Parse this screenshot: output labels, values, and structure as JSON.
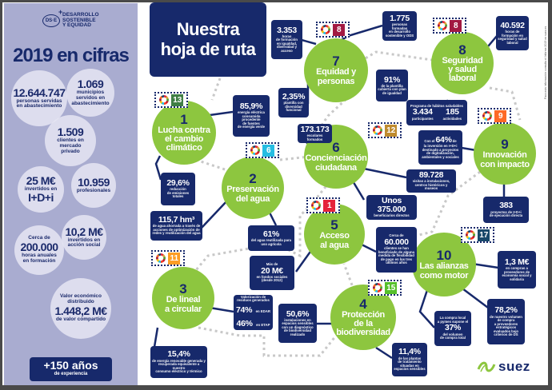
{
  "left_panel": {
    "logo": {
      "mark": "DS·E",
      "plus": "+",
      "text": "DESARROLLO\nSOSTENIBLE\nY EQUIDAD"
    },
    "title": "2019 en cifras",
    "stats": [
      {
        "value": "12.644.747",
        "label": "personas servidas\nen abastecimiento"
      },
      {
        "value": "1.069",
        "label": "municipios\nservidos en\nabastecimiento"
      },
      {
        "value": "1.509",
        "label": "clientes en\nmercado\nprivado"
      },
      {
        "value": "25 M€",
        "label": "invertidos en",
        "value2": "I+D+i"
      },
      {
        "value": "10.959",
        "label": "profesionales"
      },
      {
        "pre": "Cerca de",
        "value": "200.000",
        "label": "horas anuales\nen formación"
      },
      {
        "value": "10,2 M€",
        "label": "invertidos en\nacción social"
      },
      {
        "pre": "Valor económico\ndistribuido",
        "value": "1.448,2 M€",
        "label": "de valor compartido"
      }
    ],
    "experience": {
      "value": "+150 años",
      "label": "de experiencia"
    }
  },
  "main": {
    "title": "Nuestra\nhoja de ruta",
    "pillars": [
      {
        "number": "1",
        "title": "Lucha contra\nel cambio\nclimático",
        "sdg": "13",
        "sdg_color": "#3f7e44"
      },
      {
        "number": "2",
        "title": "Preservación\ndel agua",
        "sdg": "6",
        "sdg_color": "#26bde2"
      },
      {
        "number": "3",
        "title": "De lineal\na circular",
        "sdg": "11",
        "sdg_color": "#fd9d24"
      },
      {
        "number": "4",
        "title": "Protección\nde la\nbiodiversidad",
        "sdg": "15",
        "sdg_color": "#56c02b"
      },
      {
        "number": "5",
        "title": "Acceso\nal agua",
        "sdg": "1",
        "sdg_color": "#e5243b"
      },
      {
        "number": "6",
        "title": "Concienciación\nciudadana",
        "sdg": "12",
        "sdg_color": "#bf8b2e"
      },
      {
        "number": "7",
        "title": "Equidad y\npersonas",
        "sdg": "8",
        "sdg_color": "#a21942"
      },
      {
        "number": "8",
        "title": "Seguridad\ny salud\nlaboral",
        "sdg": "8",
        "sdg_color": "#a21942"
      },
      {
        "number": "9",
        "title": "Innovación\ncon impacto",
        "sdg": "9",
        "sdg_color": "#fd6925"
      },
      {
        "number": "10",
        "title": "Las alianzas\ncomo motor",
        "sdg": "17",
        "sdg_color": "#19486a"
      }
    ],
    "boxes": {
      "b3353": {
        "value": "3.353",
        "text": "horas\nde formación\nen igualdad,\ndiversidad y\nacceso"
      },
      "b1775": {
        "value": "1.775",
        "text": "personas formadas\nen desarrollo\nsostenible y ODS"
      },
      "b40592": {
        "value": "40.592",
        "text": "horas de\nformación en\nseguridad y salud\nlaboral"
      },
      "b235": {
        "value": "2,35%",
        "text": "plantilla con\ndiversidad\nfuncional"
      },
      "b91": {
        "value": "91%",
        "text": "de la plantilla\ncubierta con plan\nde igualdad"
      },
      "bhab": {
        "title": "Programa de hábitos saludables",
        "v1": "3.434",
        "l1": "participantes",
        "v2": "185",
        "l2": "actividades"
      },
      "b859": {
        "value": "85,9%",
        "text": "energía eléctrica\nconsumida\nprocedente\nde fuentes\nde energía verde"
      },
      "b173": {
        "value": "173.173",
        "text": "escolares formados"
      },
      "b64": {
        "pre": "Con el",
        "value": "64%",
        "post": "de",
        "text": "la inversión en I+D+i\ndestinado a proyectos\nde digitalización,\nambientales y sociales"
      },
      "b296": {
        "value": "29,6%",
        "text": "reducción\nde emisiones\ntotales"
      },
      "b1157": {
        "value": "115,7 hm³",
        "text": "de agua ahorrada a través de\nacciones de optimización de\nredes y reutilización del agua"
      },
      "b89728": {
        "value": "89.728",
        "text": "visitas a instalaciones,\ncentros históricos y museos"
      },
      "b375": {
        "value": "Unos 375.000",
        "text": "beneficiarios directos"
      },
      "b383": {
        "value": "383",
        "text": "proyectos de I+D+i\nde ejecución directa"
      },
      "b61": {
        "value": "61%",
        "text": "del agua reutilizada para\nuso agrícola"
      },
      "b60000": {
        "pre": "Cerca de",
        "value": "60.000",
        "text": "clientes se han\nbeneficiado de alguna\nmedida de flexibilidad\nde pago en los tres\núltimos años"
      },
      "b20": {
        "pre": "Más de",
        "value": "20 M€",
        "text": "en fondos sociales\n(desde 2012)"
      },
      "b13": {
        "value": "1,3 M€",
        "text": "en compras a\nproveedores de\neconomía social y\nsolidaria"
      },
      "bval": {
        "title": "Valorización de\nresiduos generados",
        "v1": "74%",
        "l1": "en EDAR",
        "v2": "46%",
        "l2": "en ETAP"
      },
      "b506": {
        "value": "50,6%",
        "text": "instalaciones en\nespacios sensibles\ncon un diagnóstico\nde biodiversidad\nrealizado"
      },
      "b782": {
        "value": "78,2%",
        "text": "de nuestro volumen\nde compra\na proveedores\nestratégicos\nevaluados bajo\ncriterios de DS"
      },
      "b37": {
        "pre": "La compra local\na pymes supone el",
        "value": "37%",
        "text": "del volumen\nde compra total"
      },
      "b114": {
        "value": "11,4%",
        "text": "de las plantas\nde tratamiento\nsituadas en\nespacios sensibles"
      },
      "b154": {
        "value": "15,4%",
        "text": "de energía renovable generada y\nrecuperada equivalente a nuestro\nconsumo eléctrico y térmico"
      }
    },
    "brand": "suez",
    "side_note": "Para más información consulta el Informe 2019 en suez.es"
  },
  "colors": {
    "navy": "#17296b",
    "green": "#8dc63f",
    "panel": "#a9acd0",
    "brand": "#8dc63f"
  }
}
